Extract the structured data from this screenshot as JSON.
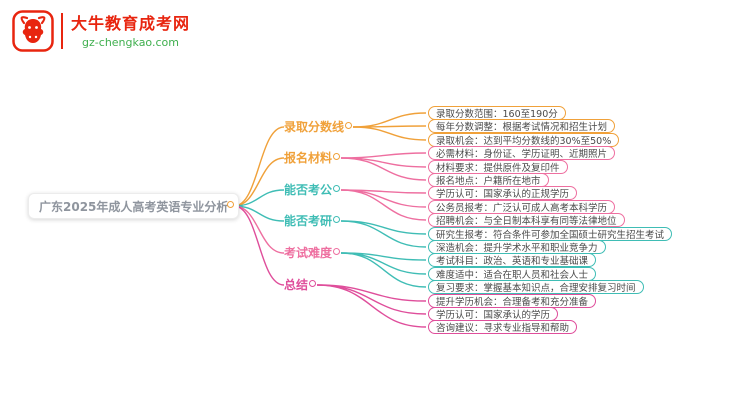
{
  "logo": {
    "title": "大牛教育成考网",
    "url": "gz-chengkao.com",
    "brand_color": "#e8250f",
    "url_color": "#3faf4e"
  },
  "mindmap": {
    "root": {
      "label": "广东2025年成人高考英语专业分析"
    },
    "palette": {
      "orange": "#f0a13a",
      "teal": "#3fbdb5",
      "pink": "#ee6fa0",
      "magenta": "#df4e9b"
    },
    "branches": [
      {
        "label": "录取分数线",
        "color": "#f0a13a",
        "item_color": "#f0a13a",
        "items": [
          "录取分数范围：160至190分",
          "每年分数调整：根据考试情况和招生计划",
          "录取机会：达到平均分数线的30%至50%"
        ]
      },
      {
        "label": "报名材料",
        "color": "#f0a13a",
        "item_color": "#ee6fa0",
        "items": [
          "必需材料：身份证、学历证明、近期照片",
          "材料要求：提供原件及复印件",
          "报名地点：户籍所在地市"
        ]
      },
      {
        "label": "能否考公",
        "color": "#3fbdb5",
        "item_color": "#ee6fa0",
        "items": [
          "学历认可：国家承认的正规学历",
          "公务员报考：广泛认可成人高考本科学历",
          "招聘机会：与全日制本科享有同等法律地位"
        ]
      },
      {
        "label": "能否考研",
        "color": "#3fbdb5",
        "item_color": "#3fbdb5",
        "items": [
          "研究生报考：符合条件可参加全国硕士研究生招生考试",
          "深造机会：提升学术水平和职业竞争力"
        ]
      },
      {
        "label": "考试难度",
        "color": "#ee6fa0",
        "item_color": "#3fbdb5",
        "items": [
          "考试科目：政治、英语和专业基础课",
          "难度适中：适合在职人员和社会人士",
          "复习要求：掌握基本知识点，合理安排复习时间"
        ]
      },
      {
        "label": "总结",
        "color": "#df4e9b",
        "item_color": "#df4e9b",
        "items": [
          "提升学历机会：合理备考和充分准备",
          "学历认可：国家承认的学历",
          "咨询建议：寻求专业指导和帮助"
        ]
      }
    ]
  }
}
